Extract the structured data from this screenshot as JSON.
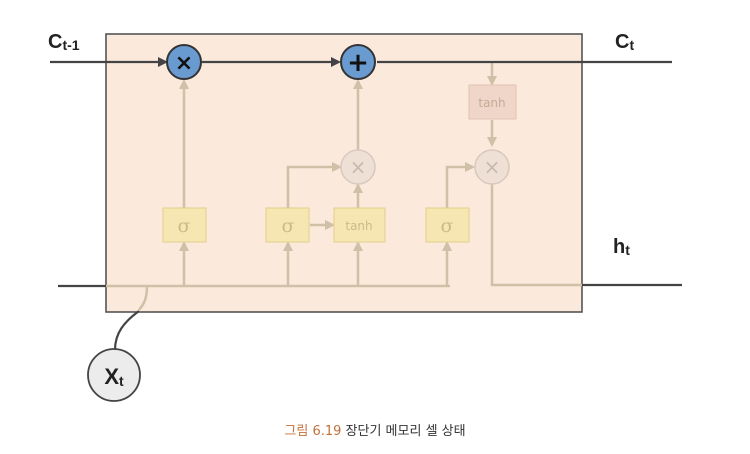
{
  "labels": {
    "c_prev_main": "C",
    "c_prev_sub": "t-1",
    "c_t_main": "C",
    "c_t_sub": "t",
    "h_t_main": "h",
    "h_t_sub": "t",
    "x_t_main": "X",
    "x_t_sub": "t"
  },
  "ops": {
    "multiply": "×",
    "add": "+"
  },
  "gates": {
    "sigma": "σ",
    "tanh": "tanh"
  },
  "caption": {
    "figure_number": "그림 6.19",
    "text": "장단기 메모리 셀 상태"
  },
  "colors": {
    "cell_fill": "#fbe9dc",
    "cell_stroke": "#555555",
    "active_line": "#444444",
    "faded_line": "#cfc0a8",
    "op_blue": "#6a9bd0",
    "gate_fill": "#f6e6b2",
    "gate_stroke": "#e2cf8a",
    "tanh_box_fill": "#efd6c8",
    "caption_accent": "#c4713a"
  }
}
